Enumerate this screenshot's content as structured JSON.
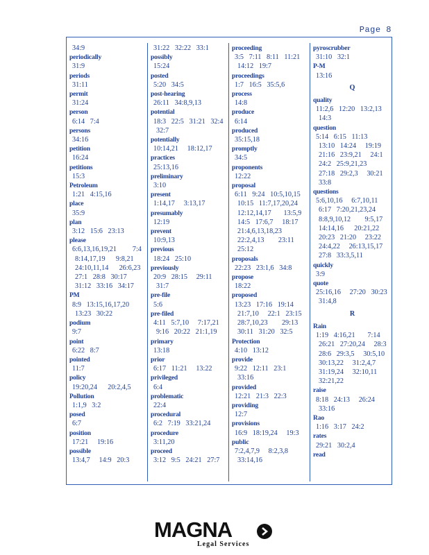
{
  "page_label": "Page 8",
  "logo": {
    "main": "MAGNA",
    "sub": "Legal Services"
  },
  "columns": [
    [
      {
        "r": "34:9"
      },
      {
        "h": "periodically"
      },
      {
        "r": "31:9"
      },
      {
        "h": "periods"
      },
      {
        "r": "31:11"
      },
      {
        "h": "permit"
      },
      {
        "r": "31:24"
      },
      {
        "h": "person"
      },
      {
        "r": "6:14   7:4"
      },
      {
        "h": "persons"
      },
      {
        "r": "34:16"
      },
      {
        "h": "petition"
      },
      {
        "r": "16:24"
      },
      {
        "h": "petitions"
      },
      {
        "r": "15:3"
      },
      {
        "h": "Petroleum"
      },
      {
        "r": "1:21   4:15,16"
      },
      {
        "h": "place"
      },
      {
        "r": "35:9"
      },
      {
        "h": "plan"
      },
      {
        "r": "3:12   15:6   23:13"
      },
      {
        "h": "please"
      },
      {
        "r": "6:6,13,16,19,21         7:4\n8:14,17,19      9:8,21\n24:10,11,14      26:6,23\n27:1   28:8   30:17\n31:12   33:16   34:17"
      },
      {
        "h": "PM"
      },
      {
        "r": "8:9   13:15,16,17,20\n13:23   30:22"
      },
      {
        "h": "podium"
      },
      {
        "r": "9:7"
      },
      {
        "h": "point"
      },
      {
        "r": "6:22   8:7"
      },
      {
        "h": "pointed"
      },
      {
        "r": "11:7"
      },
      {
        "h": "policy"
      },
      {
        "r": "19:20,24      20:2,4,5"
      },
      {
        "h": "Pollution"
      },
      {
        "r": "1:1,9   3:2"
      },
      {
        "h": "posed"
      },
      {
        "r": "6:7"
      },
      {
        "h": "position"
      },
      {
        "r": "17:21     19:16"
      },
      {
        "h": "possible"
      },
      {
        "r": "13:4,7     14:9   20:3"
      }
    ],
    [
      {
        "r": "31:22   32:22   33:1"
      },
      {
        "h": "possibly"
      },
      {
        "r": "15:24"
      },
      {
        "h": "posted"
      },
      {
        "r": "5:20   34:5"
      },
      {
        "h": "post-hearing"
      },
      {
        "r": "26:11   34:8,9,13"
      },
      {
        "h": "potential"
      },
      {
        "r": "18:3   22:5   31:21   32:4\n32:7"
      },
      {
        "h": "potentially"
      },
      {
        "r": "10:14,21     18:12,17"
      },
      {
        "h": "practices"
      },
      {
        "r": "25:13,16"
      },
      {
        "h": "preliminary"
      },
      {
        "r": "3:10"
      },
      {
        "h": "present"
      },
      {
        "r": "1:14,17     3:13,17"
      },
      {
        "h": "presumably"
      },
      {
        "r": "12:19"
      },
      {
        "h": "prevent"
      },
      {
        "r": "10:9,13"
      },
      {
        "h": "previous"
      },
      {
        "r": "18:24   25:10"
      },
      {
        "h": "previously"
      },
      {
        "r": "20:9   28:15     29:11\n31:7"
      },
      {
        "h": "pre-file"
      },
      {
        "r": "5:6"
      },
      {
        "h": "pre-filed"
      },
      {
        "r": "4:11   5:7,10     7:17,21\n9:16   20:22   21:1,19"
      },
      {
        "h": "primary"
      },
      {
        "r": "13:18"
      },
      {
        "h": "prior"
      },
      {
        "r": "6:17   11:21     13:22"
      },
      {
        "h": "privileged"
      },
      {
        "r": "6:4"
      },
      {
        "h": "problematic"
      },
      {
        "r": "22:4"
      },
      {
        "h": "procedural"
      },
      {
        "r": "6:2   7:19   33:21,24"
      },
      {
        "h": "procedure"
      },
      {
        "r": "3:11,20"
      },
      {
        "h": "proceed"
      },
      {
        "r": "3:12   9:5   24:21   27:7"
      }
    ],
    [
      {
        "h": "proceeding"
      },
      {
        "r": "3:5   7:11   8:11   11:21\n14:12   19:7"
      },
      {
        "h": "proceedings"
      },
      {
        "r": "1:7   16:5   35:5,6"
      },
      {
        "h": "process"
      },
      {
        "r": "14:8"
      },
      {
        "h": "produce"
      },
      {
        "r": "6:14"
      },
      {
        "h": "produced"
      },
      {
        "r": "35:15,18"
      },
      {
        "h": "promptly"
      },
      {
        "r": "34:5"
      },
      {
        "h": "proponents"
      },
      {
        "r": "12:22"
      },
      {
        "h": "proposal"
      },
      {
        "r": "6:11   9:24   10:5,10,15\n10:15   11:7,17,20,24\n12:12,14,17       13:5,9\n14:5   17:6,7     18:17\n21:4,6,13,18,23\n22:2,4,13        23:11\n25:12"
      },
      {
        "h": "proposals"
      },
      {
        "r": "22:23   23:1,6   34:8"
      },
      {
        "h": "propose"
      },
      {
        "r": "18:22"
      },
      {
        "h": "proposed"
      },
      {
        "r": "13:23   17:16   19:14\n21:7,10     22:1   23:15\n28:7,10,23        29:13\n30:11   31:20   32:5"
      },
      {
        "h": "Protection"
      },
      {
        "r": "4:10   13:12"
      },
      {
        "h": "provide"
      },
      {
        "r": "9:22   12:11   23:1\n33:16"
      },
      {
        "h": "provided"
      },
      {
        "r": "12:21   21:3   22:3"
      },
      {
        "h": "providing"
      },
      {
        "r": "12:7"
      },
      {
        "h": "provisions"
      },
      {
        "r": "16:9   18:19,24     19:3"
      },
      {
        "h": "public"
      },
      {
        "r": "7:2,4,7,9     8:2,3,8\n33:14,16"
      }
    ],
    [
      {
        "h": "pyroscrubber"
      },
      {
        "r": "31:10   32:1"
      },
      {
        "h": "P-M"
      },
      {
        "r": "13:16"
      },
      {
        "l": "Q"
      },
      {
        "h": "quality"
      },
      {
        "r": "11:2,6   12:20   13:2,13\n14:3"
      },
      {
        "h": "question"
      },
      {
        "r": "5:14   6:15   11:13\n13:10   14:24     19:19\n21:16   23:9,21     24:1\n24:2   25:9,21,23\n27:18   29:2,3     30:21\n33:8"
      },
      {
        "h": "questions"
      },
      {
        "r": "5:6,10,16     6:7,10,11\n6:17   7:20,21,23,24\n8:8,9,10,12        9:5,17\n14:14,16      20:21,22\n20:23   21:20     23:22\n24:4,22     26:13,15,17\n27:8   33:3,5,11"
      },
      {
        "h": "quickly"
      },
      {
        "r": "3:9"
      },
      {
        "h": "quote"
      },
      {
        "r": "25:16,16     27:20   30:23\n31:4,8"
      },
      {
        "l": "R"
      },
      {
        "h": "Rain"
      },
      {
        "r": "1:19   4:16,21       7:14\n26:21   27:20,24     28:3\n28:6   29:3,5     30:5,10\n30:13,22     31:2,4,7\n31:19,24     32:10,11\n32:21,22"
      },
      {
        "h": "raise"
      },
      {
        "r": "8:18   24:13     26:24\n33:16"
      },
      {
        "h": "Rao"
      },
      {
        "r": "1:16   3:17   24:2"
      },
      {
        "h": "rates"
      },
      {
        "r": "29:21   30:2,4"
      },
      {
        "h": "read"
      }
    ]
  ]
}
